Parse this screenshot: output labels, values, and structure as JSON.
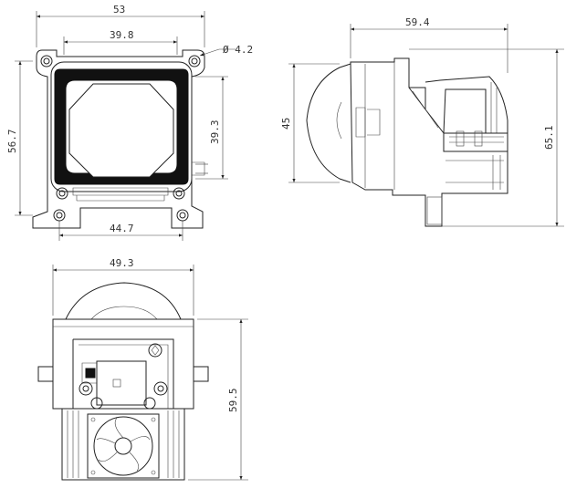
{
  "colors": {
    "line": "#222222",
    "background": "#ffffff",
    "text": "#333333"
  },
  "front_view": {
    "width_overall": "53",
    "width_inner": "39.8",
    "hole_diameter": "Ø 4.2",
    "height_overall": "56.7",
    "height_inner": "39.3",
    "hole_spacing": "44.7"
  },
  "side_view": {
    "length": "59.4",
    "lens_height": "45",
    "total_height": "65.1"
  },
  "rear_view": {
    "width": "49.3",
    "height": "59.5"
  }
}
